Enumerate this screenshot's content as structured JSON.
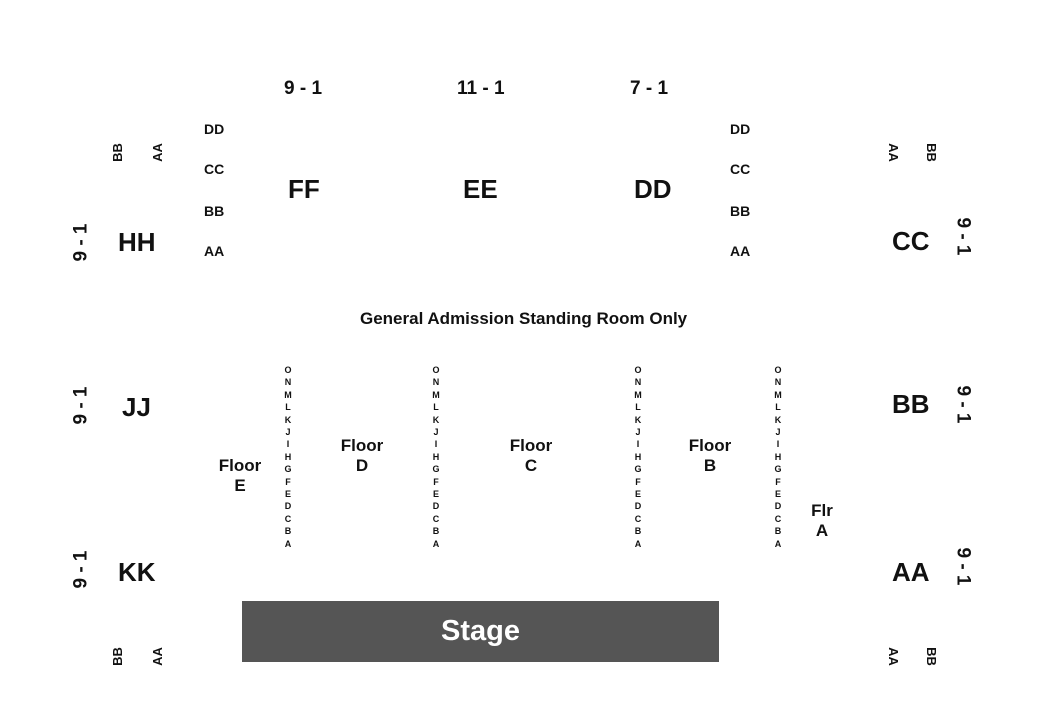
{
  "top_ranges": {
    "ff": "9 - 1",
    "ee": "11 - 1",
    "dd": "7 - 1"
  },
  "sections": {
    "ff": "FF",
    "ee": "EE",
    "dd": "DD",
    "hh": "HH",
    "jj": "JJ",
    "kk": "KK",
    "cc": "CC",
    "bb": "BB",
    "aa": "AA"
  },
  "side_ranges": {
    "hh": "9 - 1",
    "jj": "9 - 1",
    "kk": "9 - 1",
    "cc": "9 - 1",
    "bb": "9 - 1",
    "aa": "9 - 1"
  },
  "box_rows": {
    "left": [
      "DD",
      "CC",
      "BB",
      "AA"
    ],
    "right": [
      "DD",
      "CC",
      "BB",
      "AA"
    ]
  },
  "corner_rows": {
    "top_left": [
      "BB",
      "AA"
    ],
    "top_right": [
      "AA",
      "BB"
    ],
    "bottom_left": [
      "BB",
      "AA"
    ],
    "bottom_right": [
      "AA",
      "BB"
    ]
  },
  "general_admission": "General  Admission Standing Room Only",
  "floors": {
    "e": {
      "line1": "Floor",
      "line2": "E"
    },
    "d": {
      "line1": "Floor",
      "line2": "D"
    },
    "c": {
      "line1": "Floor",
      "line2": "C"
    },
    "b": {
      "line1": "Floor",
      "line2": "B"
    },
    "a": {
      "line1": "Flr",
      "line2": "A"
    }
  },
  "floor_rows": [
    "O",
    "N",
    "M",
    "L",
    "K",
    "J",
    "I",
    "H",
    "G",
    "F",
    "E",
    "D",
    "C",
    "B",
    "A"
  ],
  "stage": "Stage",
  "colors": {
    "stage_fill": "#555555",
    "text": "#111111"
  }
}
